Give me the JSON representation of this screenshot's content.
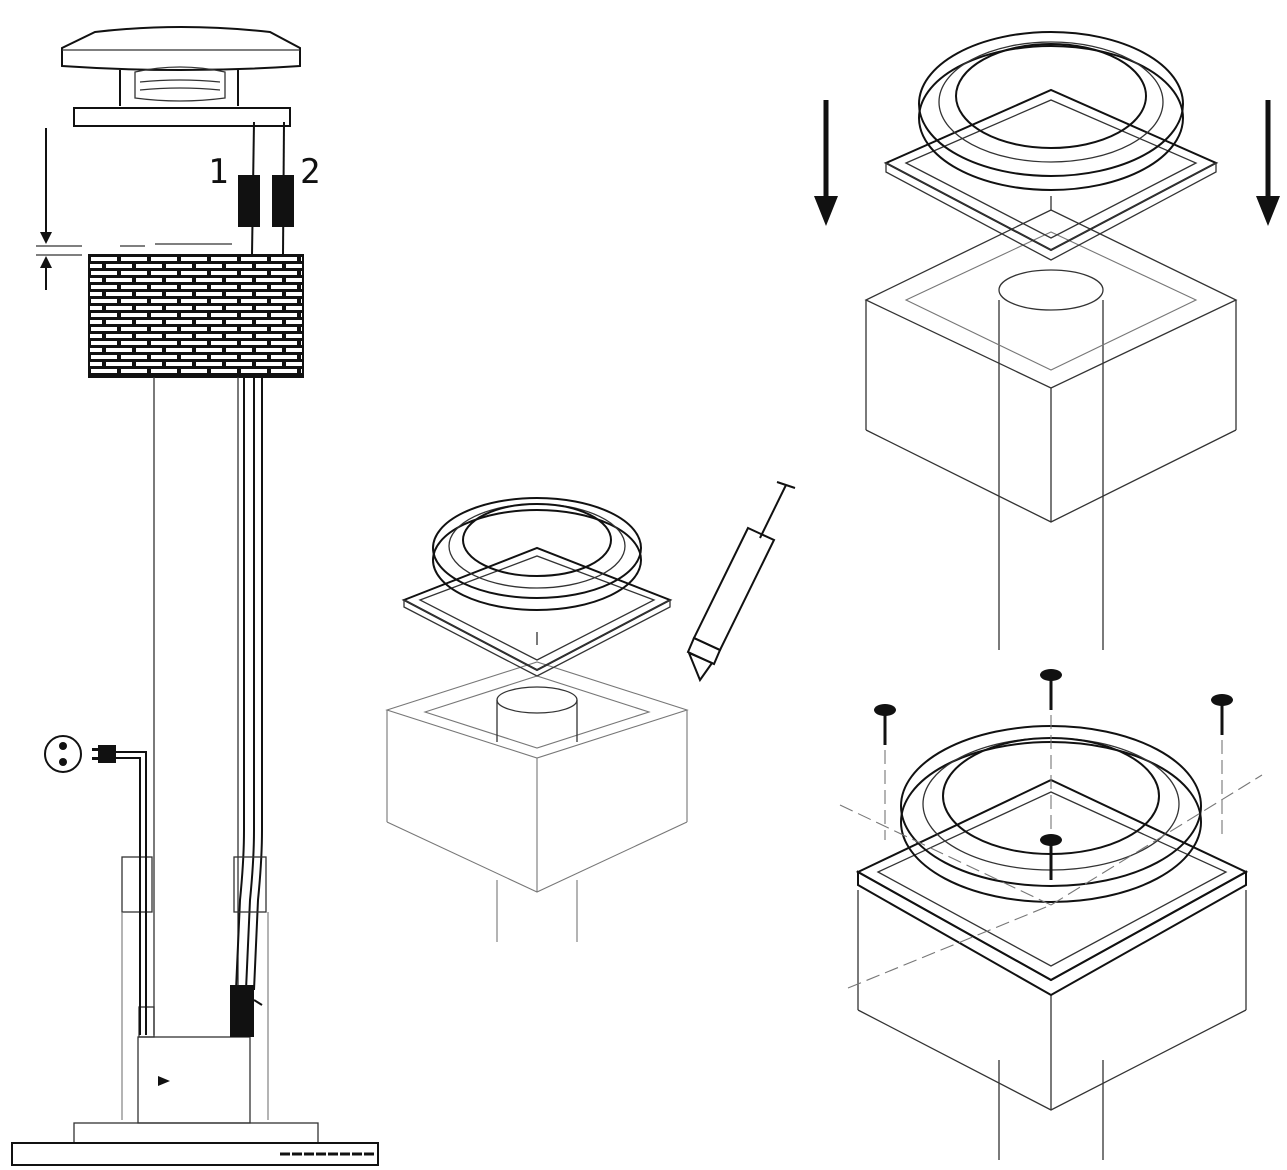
{
  "figure": {
    "wire_labels": [
      "1",
      "2"
    ]
  },
  "colors": {
    "ink": "#111111",
    "paper": "#ffffff",
    "faint": "#777777"
  },
  "icons": [
    "roof-fan-unit",
    "brick-wall",
    "power-outlet-icon",
    "plug-icon",
    "caulk-gun-icon",
    "down-arrow-icon",
    "screw-icon"
  ]
}
